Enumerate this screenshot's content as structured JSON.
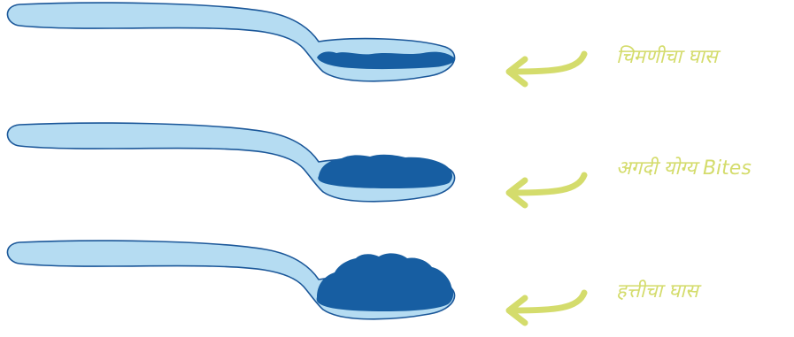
{
  "colors": {
    "spoon_fill": "#b5dcf2",
    "spoon_stroke": "#1b5799",
    "food": "#175ea2",
    "arrow": "#d4dc6c",
    "label_text": "#d4dc6c"
  },
  "rows": [
    {
      "portion": "small",
      "label": "चिमणीचा घास",
      "icons": {
        "spoon": "spoon-icon",
        "food": "food-mound-icon",
        "arrow": "left-arrow-icon"
      }
    },
    {
      "portion": "medium",
      "label": "अगदी योग्य Bites",
      "icons": {
        "spoon": "spoon-icon",
        "food": "food-mound-icon",
        "arrow": "left-arrow-icon"
      }
    },
    {
      "portion": "large",
      "label": "हत्तीचा घास",
      "icons": {
        "spoon": "spoon-icon",
        "food": "food-mound-icon",
        "arrow": "left-arrow-icon"
      }
    }
  ]
}
